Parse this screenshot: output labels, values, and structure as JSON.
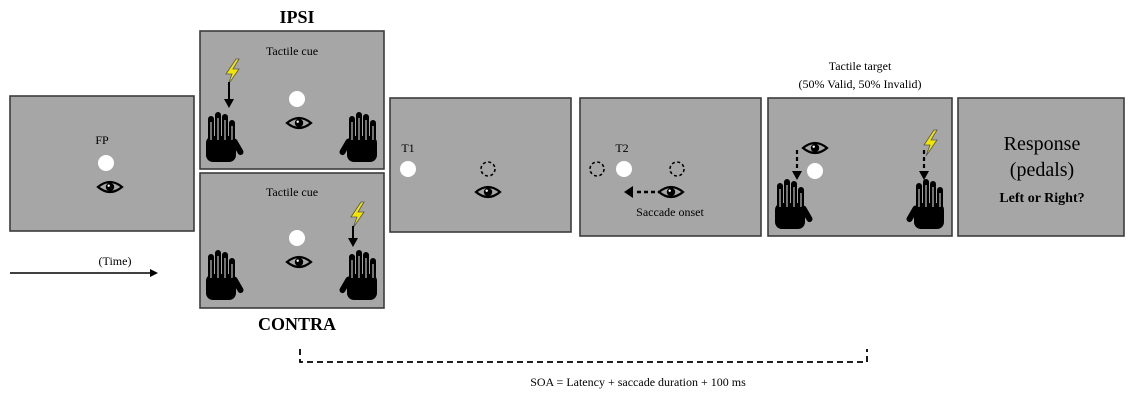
{
  "labels": {
    "ipsi": "IPSI",
    "contra": "CONTRA",
    "fp": "FP",
    "tactile_cue_top": "Tactile  cue",
    "tactile_cue_bottom": "Tactile  cue",
    "t1": "T1",
    "t2": "T2",
    "saccade_onset": "Saccade onset",
    "tactile_target": "Tactile  target",
    "tactile_target_note": "(50% Valid,  50% Invalid)",
    "response_line1": "Response",
    "response_line2": "(pedals)",
    "response_question": "Left or Right?",
    "time": "(Time)",
    "soa": "SOA = Latency + saccade duration + 100 ms"
  },
  "colors": {
    "panel_fill": "#a6a6a6",
    "panel_border": "#3c3c3c",
    "lightning": "#f2e600",
    "dot": "#ffffff",
    "ink": "#000000"
  },
  "icons": [
    "eye-icon",
    "hand-icon",
    "lightning-icon",
    "arrow-icon",
    "dashed-circle-icon"
  ]
}
